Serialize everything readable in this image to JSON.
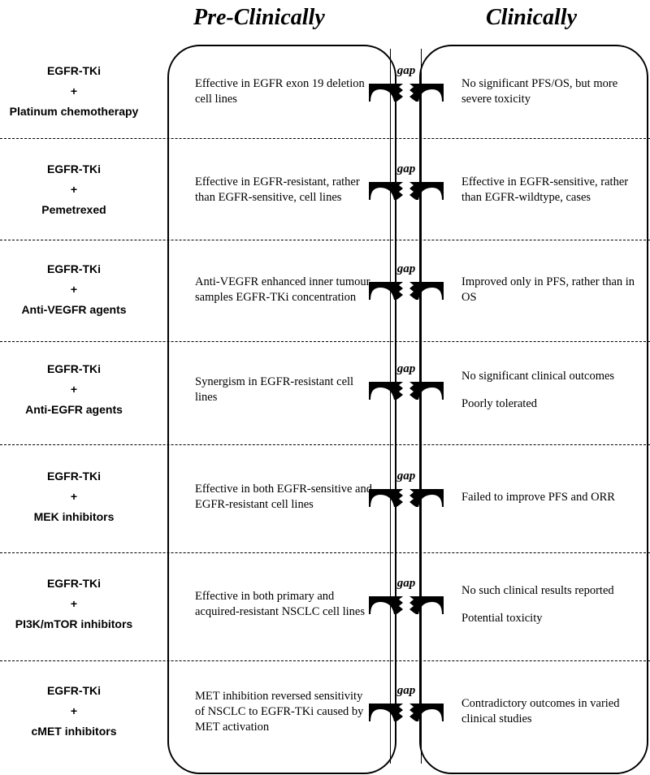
{
  "headers": {
    "pre": "Pre-Clinically",
    "clinical": "Clinically"
  },
  "gap_label": "gap",
  "rows": [
    {
      "combo": [
        "EGFR-TKi",
        "+",
        "Platinum chemotherapy"
      ],
      "pre": "Effective in EGFR exon 19 deletion cell lines",
      "clinical": [
        "No significant PFS/OS, but more severe toxicity"
      ]
    },
    {
      "combo": [
        "EGFR-TKi",
        "+",
        "Pemetrexed"
      ],
      "pre": "Effective in EGFR-resistant, rather than EGFR-sensitive, cell lines",
      "clinical": [
        "Effective in EGFR-sensitive, rather than EGFR-wildtype, cases"
      ]
    },
    {
      "combo": [
        "EGFR-TKi",
        "+",
        "Anti-VEGFR agents"
      ],
      "pre": "Anti-VEGFR enhanced inner tumour samples EGFR-TKi concentration",
      "clinical": [
        "Improved only in PFS, rather than in OS"
      ]
    },
    {
      "combo": [
        "EGFR-TKi",
        "+",
        "Anti-EGFR agents"
      ],
      "pre": "Synergism in EGFR-resistant cell lines",
      "clinical": [
        "No significant clinical outcomes",
        "Poorly tolerated"
      ]
    },
    {
      "combo": [
        "EGFR-TKi",
        "+",
        "MEK inhibitors"
      ],
      "pre": "Effective in both EGFR-sensitive and EGFR-resistant cell lines",
      "clinical": [
        "Failed to improve PFS and ORR"
      ]
    },
    {
      "combo": [
        "EGFR-TKi",
        "+",
        "PI3K/mTOR inhibitors"
      ],
      "pre": "Effective in both primary and acquired-resistant NSCLC cell lines",
      "clinical": [
        "No such clinical results reported",
        "Potential toxicity"
      ]
    },
    {
      "combo": [
        "EGFR-TKi",
        "+",
        "cMET inhibitors"
      ],
      "pre": "MET inhibition reversed sensitivity of NSCLC to EGFR-TKi caused by MET activation",
      "clinical": [
        "Contradictory outcomes in varied clinical studies"
      ]
    }
  ]
}
